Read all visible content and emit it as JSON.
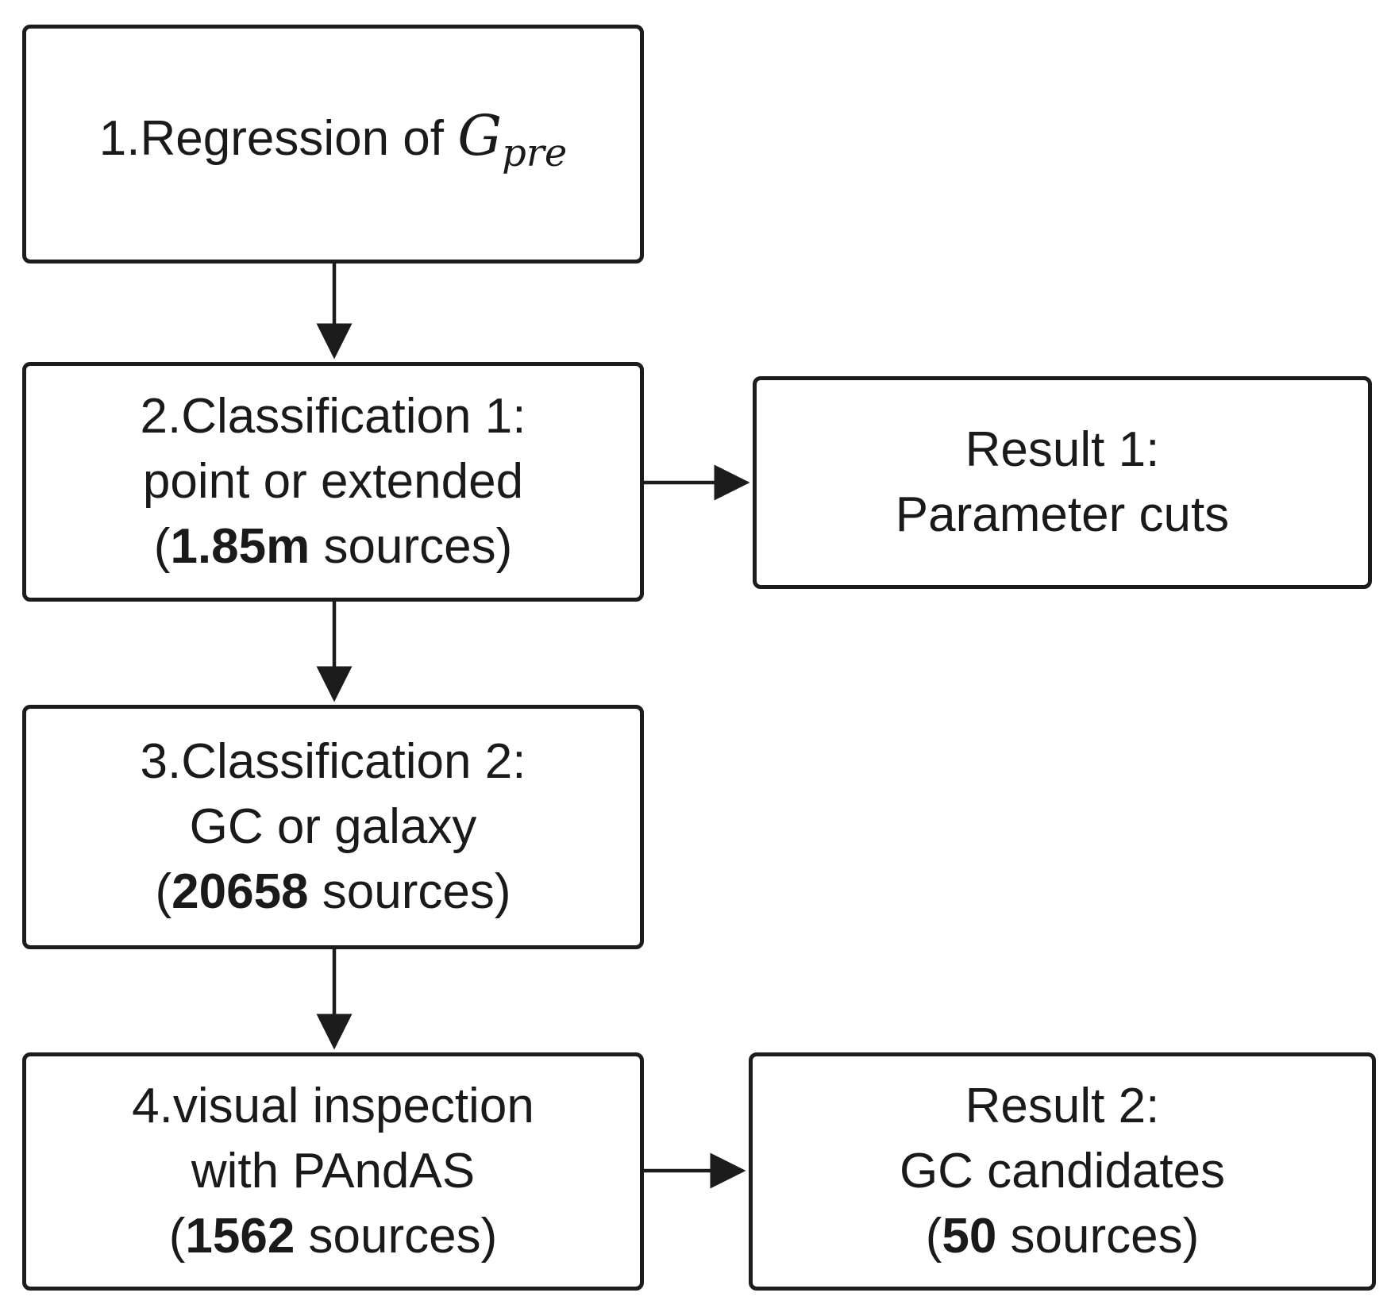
{
  "steps": {
    "step1": {
      "text": "1.Regression of ",
      "math_base": "G",
      "math_sub": "pre"
    },
    "step2": {
      "line1": "2.Classification 1:",
      "line2": "point or extended",
      "open": "(",
      "count": "1.85m",
      "rest": " sources)"
    },
    "step3": {
      "line1": "3.Classification 2:",
      "line2": "GC or galaxy",
      "open": "(",
      "count": "20658",
      "rest": " sources)"
    },
    "step4": {
      "line1": "4.visual inspection",
      "line2": "with PAndAS",
      "open": "(",
      "count": "1562",
      "rest": " sources)"
    }
  },
  "results": {
    "result1": {
      "line1": "Result 1:",
      "line2": "Parameter cuts"
    },
    "result2": {
      "line1": "Result 2:",
      "line2": "GC candidates",
      "open": "(",
      "count": "50",
      "rest": " sources)"
    }
  }
}
